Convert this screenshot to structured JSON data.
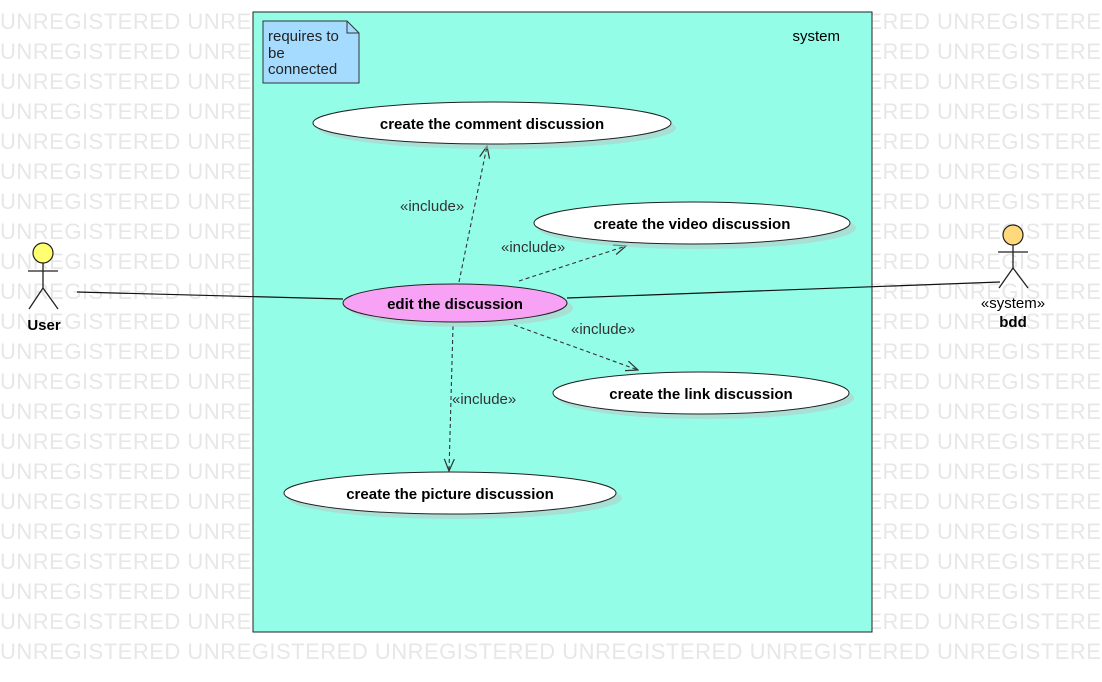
{
  "watermark": {
    "text": "UNREGISTERED UNREGISTERED UNREGISTERED UNREGISTERED UNREGISTERED UNREGISTERED"
  },
  "system": {
    "label": "system",
    "fill": "#93fde8"
  },
  "note": {
    "lines": [
      "requires to",
      "be",
      "connected"
    ],
    "fill": "#a4dbff"
  },
  "actors": {
    "user": {
      "name": "User",
      "head_color": "#ffff6f"
    },
    "bdd": {
      "stereotype": "«system»",
      "name": "bdd",
      "head_color": "#ffd97a"
    }
  },
  "use_cases": {
    "edit": {
      "label": "edit the discussion",
      "fill": "#f8a2f5"
    },
    "comment": {
      "label": "create the comment discussion"
    },
    "video": {
      "label": "create the video discussion"
    },
    "link": {
      "label": "create the link discussion"
    },
    "picture": {
      "label": "create the picture discussion"
    }
  },
  "relations": {
    "include_label": "«include»"
  }
}
